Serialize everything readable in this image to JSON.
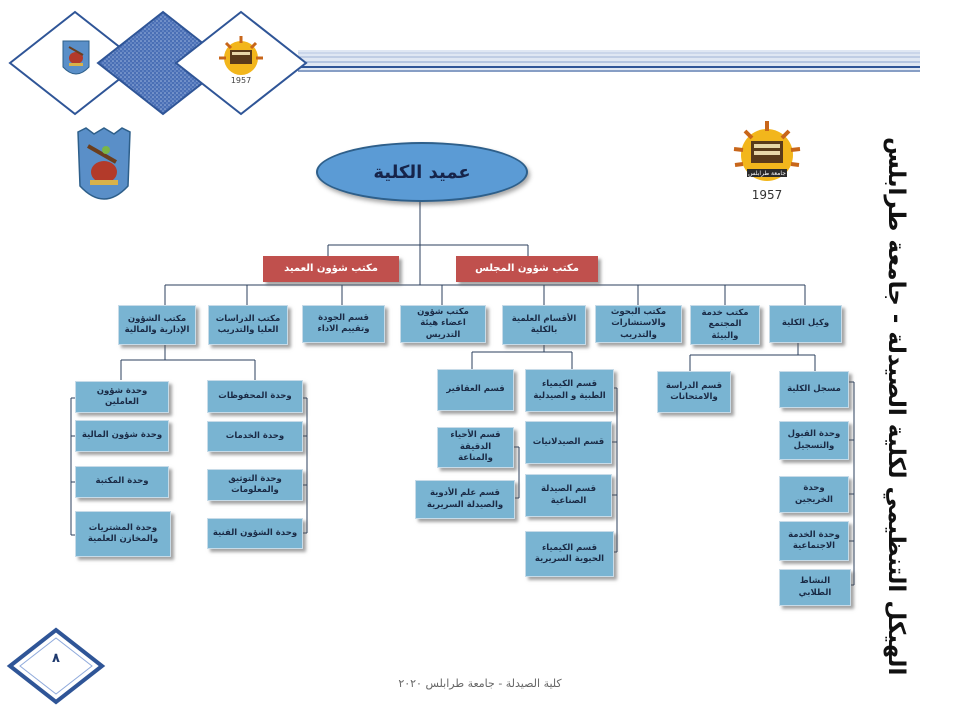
{
  "chart": {
    "title": "الهيكل التنظيمي لكلية الصيدلة - جامعة طرابلس",
    "dean": "عميد الكلية",
    "offices": {
      "council": "مكتب شؤون المجلس",
      "dean_affairs": "مكتب شؤون العميد"
    },
    "level2": {
      "vice_dean": "وكيل الكلية",
      "community": "مكتب خدمة المجتمع والبيئة",
      "research": "مكتب البحوث والاستشارات والتدريب",
      "departments": "الأقسام العلمية بالكلية",
      "faculty_affairs": "مكتب شؤون اعضاء هيئة التدريس",
      "quality": "قسم الجودة وتقييم الاداء",
      "graduate": "مكتب الدراسات العليا والتدريب",
      "admin": "مكتب الشؤون الإدارية والمالية"
    },
    "vice_dean_units": [
      "مسجل الكلية",
      "وحدة القبول والتسجيل",
      "وحدة الخريجين",
      "وحدة الخدمة الاجتماعية",
      "النشاط الطلابي"
    ],
    "study_exams": "قسم الدراسة والامتحانات",
    "dept_right": [
      "قسم الكيمياء الطبية و الصيدلية",
      "قسم الصيدلانيات",
      "قسم الصيدلة الصناعية",
      "قسم الكيمياء الحيوية السريرية"
    ],
    "dept_left": [
      "قسم العقاقير",
      "قسم الأحياء الدقيقة والمناعة",
      "قسم علم الأدوية والصيدلة السريرية"
    ],
    "admin_right": [
      "وحدة المحفوظات",
      "وحدة الخدمات",
      "وحدة التوثيق والمعلومات",
      "وحدة الشؤون الفنية"
    ],
    "admin_left": [
      "وحدة شؤون العاملين",
      "وحدة شؤون المالية",
      "وحدة المكتبة",
      "وحدة المشتريات والمخازن العلمية"
    ]
  },
  "logos": {
    "university_year": "1957",
    "university_caption": "جامعة طرابلس"
  },
  "footer": {
    "text": "كلية الصيدلة - جامعة طرابلس ٢٠٢٠",
    "page_number": "٨"
  },
  "colors": {
    "node_fill": "#79b4d2",
    "office_fill": "#c0504d",
    "dean_fill": "#5b9bd5",
    "header_band": "#d9e3f1",
    "header_stripe": "#2f5597"
  }
}
